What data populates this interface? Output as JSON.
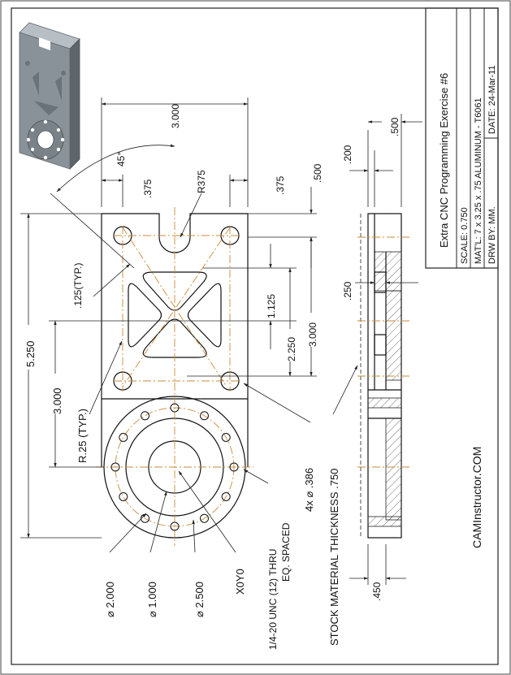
{
  "title_block": {
    "title": "Extra CNC Programming Exercise #6",
    "scale": "SCALE: 0.750",
    "material": "MAT'L: 7 x 3.25 x .75 ALUMINUM - T6061",
    "drawn_by": "DRW BY: MM.",
    "date": "DATE: 24-Mar-11"
  },
  "brand": "CAMInstructor.COM",
  "dimensions": {
    "width": "3.000",
    "edge_offset_right_top": ".500",
    "edge_offset_right": ".500",
    "slot_offset_left": ".375",
    "slot_offset_right": ".375",
    "slot_radius": "R375",
    "angle": "45°",
    "chamfer": ".125(TYP.)",
    "overall_length": "5.250",
    "hole_spacing": "3.000",
    "pocket_center": "1.125",
    "pocket_span": "2.250",
    "vertical_span": "3.000",
    "corner_radius": "R.25 (TYP.)",
    "hole_callout": "4x  ⌀ .386",
    "thickness": "STOCK MATERIAL THICKNESS .750",
    "step_depth": ".200",
    "pocket_depth": ".250",
    "bottom_offset": ".450",
    "bolt_circle_outer": "⌀ 2.000",
    "bore": "⌀ 1.000",
    "bolt_circle": "⌀ 2.500",
    "origin": "X0Y0",
    "thread_callout_1": "1/4-20 UNC (12) THRU",
    "thread_callout_2": "EQ. SPACED"
  },
  "colors": {
    "centerline": "#c98b3a",
    "model": "#8a9299",
    "model_dark": "#5e666c"
  }
}
